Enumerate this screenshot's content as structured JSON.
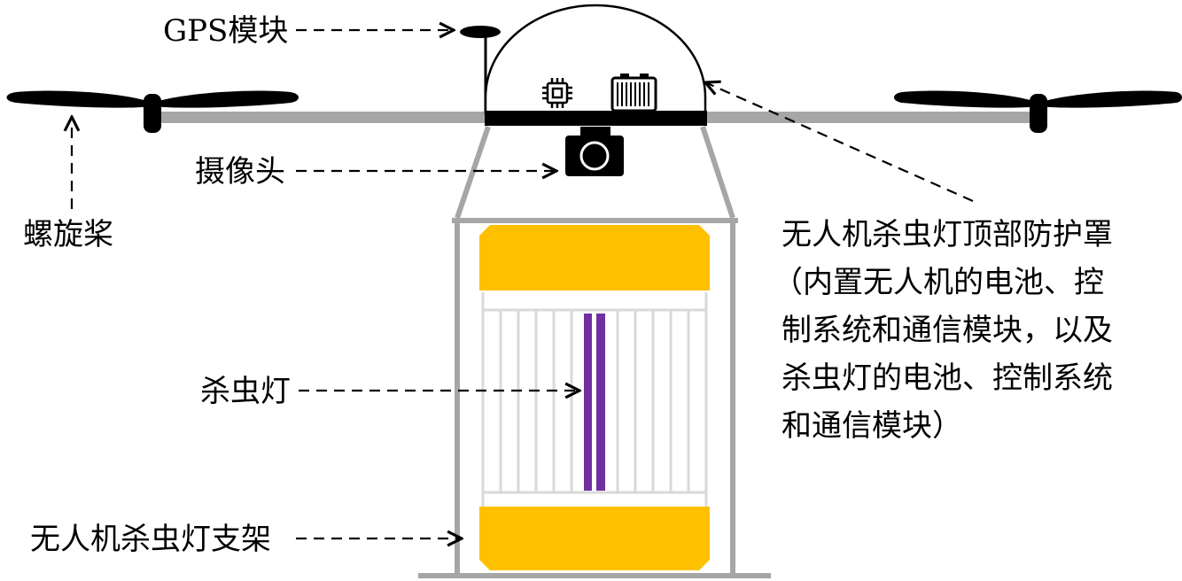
{
  "labels": {
    "gps": "GPS模块",
    "camera": "摄像头",
    "propeller": "螺旋桨",
    "bug_lamp": "杀虫灯",
    "stand": "无人机杀虫灯支架",
    "cover_title": "无人机杀虫灯顶部防护罩",
    "cover_desc_1": "（内置无人机的电池、控",
    "cover_desc_2": "制系统和通信模块，以及",
    "cover_desc_3": "杀虫灯的电池、控制系统",
    "cover_desc_4": "和通信模块）"
  },
  "icons": [
    "propeller-icon",
    "chip-icon",
    "battery-icon",
    "camera-icon",
    "gps-antenna-icon"
  ],
  "colors": {
    "frame": "#a6a6a6",
    "band": "#ffc000",
    "uv_tube": "#7030a0",
    "grid": "#d9d9d9",
    "black": "#000000"
  }
}
